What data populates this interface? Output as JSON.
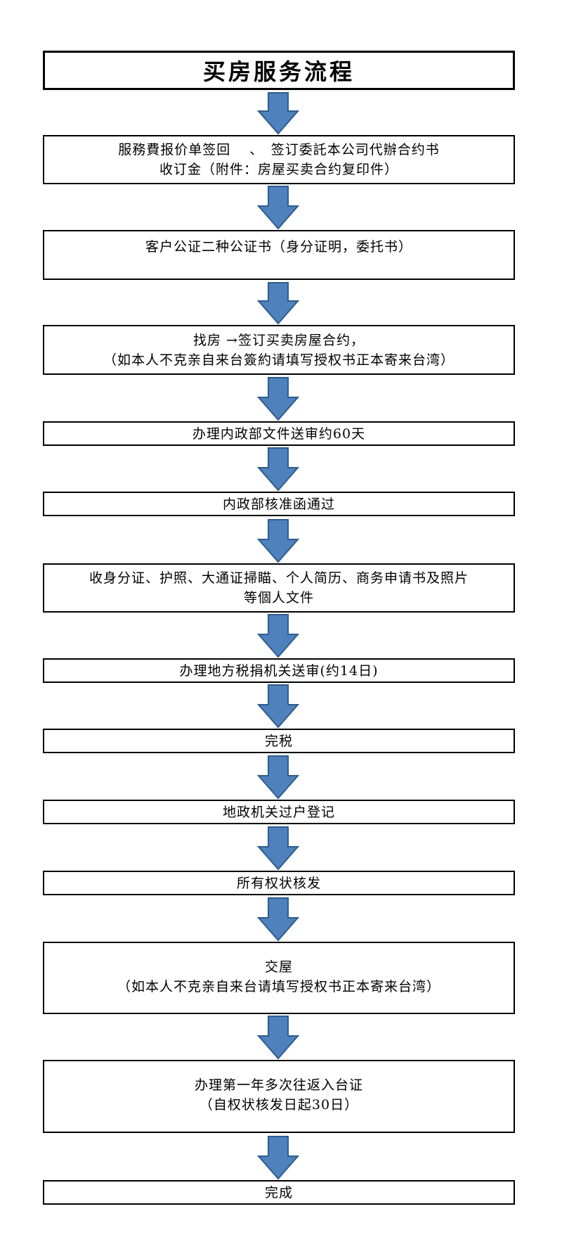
{
  "title": "买房服务流程",
  "steps": [
    {
      "lines": [
        "服務費报价单签回　 、　签订委託本公司代辦合约书",
        "收订金（附件：房屋买卖合约复印件）"
      ]
    },
    {
      "lines": [
        "客户公证二种公证书（身分证明，委托书）"
      ]
    },
    {
      "lines": [
        "找房 →签订买卖房屋合约，",
        "（如本人不克亲自来台簽約请填写授权书正本寄来台湾）"
      ]
    },
    {
      "lines": [
        "办理内政部文件送审约60天"
      ]
    },
    {
      "lines": [
        "内政部核准函通过"
      ]
    },
    {
      "lines": [
        "收身分证、护照、大通证掃瞄、个人简历、商务申请书及照片",
        "等個人文件"
      ]
    },
    {
      "lines": [
        "办理地方税捐机关送审(约14日)"
      ]
    },
    {
      "lines": [
        "完税"
      ]
    },
    {
      "lines": [
        "地政机关过户登记"
      ]
    },
    {
      "lines": [
        "所有权状核发"
      ]
    },
    {
      "lines": [
        "交屋",
        "（如本人不克亲自来台请填写授权书正本寄来台湾）"
      ]
    },
    {
      "lines": [
        "办理第一年多次往返入台证",
        "（自权状核发日起30日）"
      ]
    },
    {
      "lines": [
        "完成"
      ]
    }
  ],
  "colors": {
    "arrow_fill": "#4F81BD",
    "arrow_stroke": "#2E5C8E",
    "border": "#000000"
  }
}
